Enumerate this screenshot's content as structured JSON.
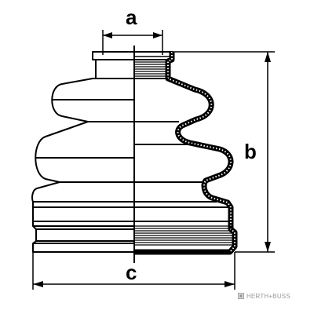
{
  "diagram": {
    "dimension_labels": {
      "a": "a",
      "b": "b",
      "c": "c"
    },
    "brand": "HERTH+BUSS"
  }
}
